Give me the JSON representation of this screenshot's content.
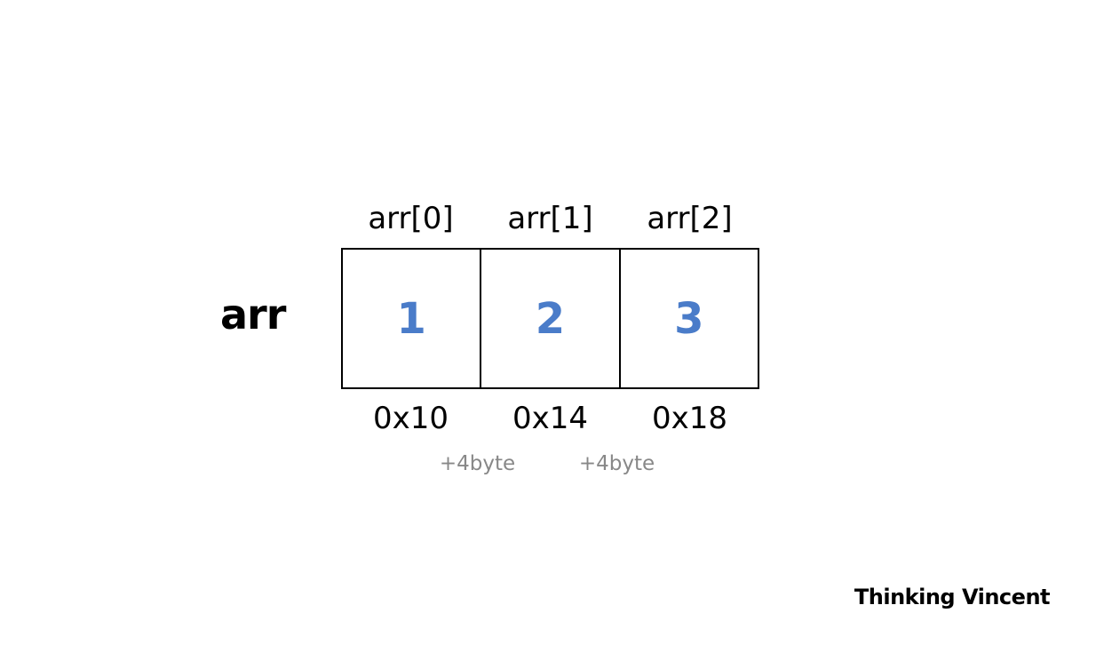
{
  "array": {
    "name": "arr",
    "indices": [
      "arr[0]",
      "arr[1]",
      "arr[2]"
    ],
    "values": [
      "1",
      "2",
      "3"
    ],
    "addresses": [
      "0x10",
      "0x14",
      "0x18"
    ],
    "offsets": [
      "+4byte",
      "+4byte"
    ]
  },
  "colors": {
    "value": "#4a7cc9",
    "offset": "#888888",
    "border": "#000000"
  },
  "watermark": "Thinking Vincent"
}
